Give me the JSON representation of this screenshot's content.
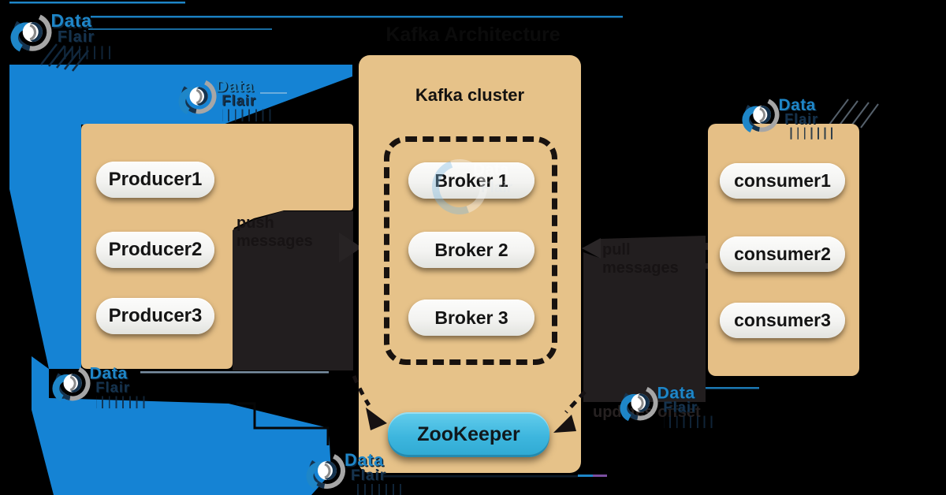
{
  "title": {
    "text": "Kafka Architecture"
  },
  "brand": {
    "data": "Data",
    "flair": "Flair"
  },
  "producers": {
    "items": [
      "Producer1",
      "Producer2",
      "Producer3"
    ]
  },
  "kafka": {
    "title": "Kafka cluster",
    "brokers": [
      "Broker 1",
      "Broker 2",
      "Broker 3"
    ],
    "zookeeper": "ZooKeeper"
  },
  "consumers": {
    "items": [
      "consumer1",
      "consumer2",
      "consumer3"
    ]
  },
  "labels": {
    "push": "push messages",
    "pull": "pull messages",
    "offset": "updates offset"
  },
  "colors": {
    "background": "#000000",
    "ribbon_blue": "#1583d4",
    "box_tan": "#e5bf86",
    "kafka_tan": "#e6c289",
    "pill_white": "#f4f4f2",
    "zookeeper_cyan": "#45c0e5",
    "brand_blue": "#1e86c8",
    "brand_navy": "#16334e",
    "dark_artwork": "#221e1f"
  }
}
